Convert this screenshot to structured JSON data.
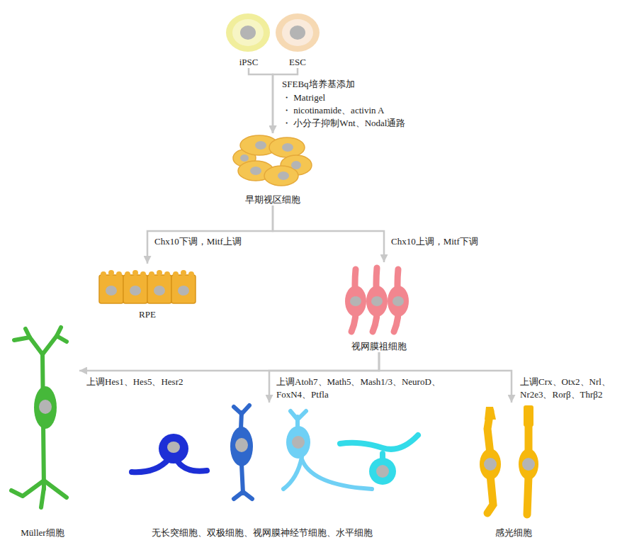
{
  "diagram": {
    "nodes": [
      {
        "text": [
          "iPSC"
        ]
      },
      {
        "text": [
          "ESC"
        ]
      },
      {
        "text": [
          "早期视区细胞"
        ]
      },
      {
        "text": [
          "RPE"
        ]
      },
      {
        "text": [
          "视网膜祖细胞"
        ]
      },
      {
        "text": [
          "Müller细胞"
        ]
      },
      {
        "text": [
          "无长突细胞、双极细胞、视网膜神经节细胞、水平细胞"
        ]
      },
      {
        "text": [
          "感光细胞"
        ]
      }
    ],
    "edges": [
      {
        "from": 0,
        "to": 2,
        "arrow": "to"
      },
      {
        "from": 1,
        "to": 2,
        "arrow": "to"
      },
      {
        "from": 2,
        "to": 3,
        "label": "Chx10下调，Mitf上调",
        "arrow": "to"
      },
      {
        "from": 2,
        "to": 4,
        "label": "Chx10上调，Mitf下调",
        "arrow": "to"
      },
      {
        "from": 4,
        "to": 5,
        "label": "上调Hes1、Hes5、Hesr2",
        "arrow": "to"
      },
      {
        "from": 4,
        "to": 6,
        "label": "上调Atoh7、Math5、Mash1/3、NeuroD、FoxN4、Ptfla",
        "arrow": "to"
      },
      {
        "from": 4,
        "to": 7,
        "label": "上调Crx、Otx2、Nrl、Nr2e3、Rorβ、Thrβ2",
        "arrow": "to"
      }
    ],
    "labels": [
      "SFEBq培养基添加",
      "・ Matrigel",
      "・ nicotinamide、activin A",
      "・ 小分子抑制Wnt、Nodal通路"
    ]
  }
}
